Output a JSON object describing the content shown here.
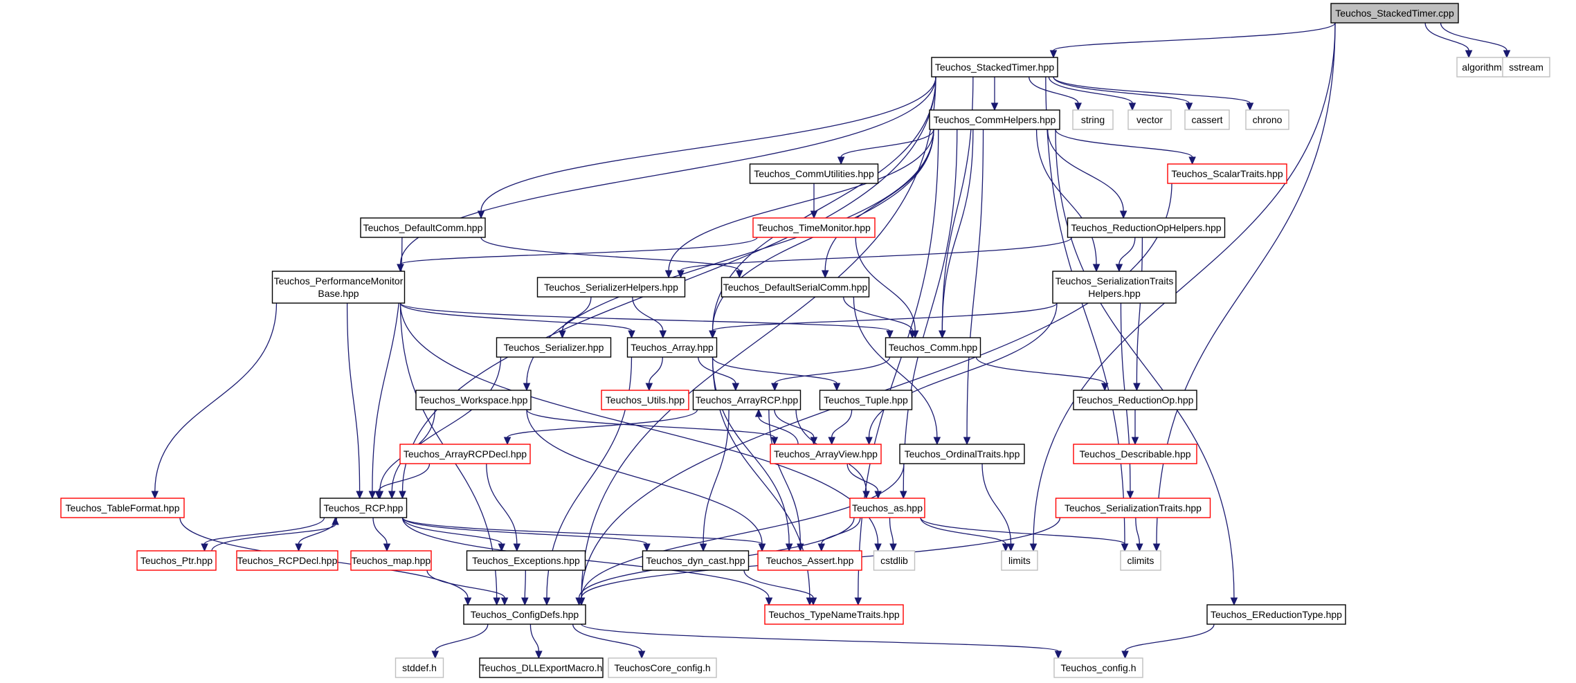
{
  "diagram": {
    "node_colors": {
      "root": {
        "fill": "#bfbfbf",
        "stroke": "#000000"
      },
      "documented": {
        "fill": "#ffffff",
        "stroke": "#000000"
      },
      "truncated": {
        "fill": "#ffffff",
        "stroke": "#ff0000"
      },
      "external": {
        "fill": "#ffffff",
        "stroke": "#bfbfbf"
      }
    },
    "edge_color": "#191970",
    "nodes": [
      {
        "id": "stackedtimer_cpp",
        "lines": [
          "Teuchos_StackedTimer.cpp"
        ],
        "kind": "root"
      },
      {
        "id": "stackedtimer_hpp",
        "lines": [
          "Teuchos_StackedTimer.hpp"
        ],
        "kind": "documented"
      },
      {
        "id": "algorithm",
        "lines": [
          "algorithm"
        ],
        "kind": "external"
      },
      {
        "id": "sstream",
        "lines": [
          "sstream"
        ],
        "kind": "external"
      },
      {
        "id": "commhelpers",
        "lines": [
          "Teuchos_CommHelpers.hpp"
        ],
        "kind": "documented"
      },
      {
        "id": "string",
        "lines": [
          "string"
        ],
        "kind": "external"
      },
      {
        "id": "vector",
        "lines": [
          "vector"
        ],
        "kind": "external"
      },
      {
        "id": "cassert",
        "lines": [
          "cassert"
        ],
        "kind": "external"
      },
      {
        "id": "chrono",
        "lines": [
          "chrono"
        ],
        "kind": "external"
      },
      {
        "id": "commutilities",
        "lines": [
          "Teuchos_CommUtilities.hpp"
        ],
        "kind": "documented"
      },
      {
        "id": "scalartraits",
        "lines": [
          "Teuchos_ScalarTraits.hpp"
        ],
        "kind": "truncated"
      },
      {
        "id": "defaultcomm",
        "lines": [
          "Teuchos_DefaultComm.hpp"
        ],
        "kind": "documented"
      },
      {
        "id": "timemonitor",
        "lines": [
          "Teuchos_TimeMonitor.hpp"
        ],
        "kind": "truncated"
      },
      {
        "id": "reductionophelpers",
        "lines": [
          "Teuchos_ReductionOpHelpers.hpp"
        ],
        "kind": "documented"
      },
      {
        "id": "perfmonitor",
        "lines": [
          "Teuchos_PerformanceMonitor",
          "Base.hpp"
        ],
        "kind": "documented"
      },
      {
        "id": "serializerhelpers",
        "lines": [
          "Teuchos_SerializerHelpers.hpp"
        ],
        "kind": "documented"
      },
      {
        "id": "defaultserialcomm",
        "lines": [
          "Teuchos_DefaultSerialComm.hpp"
        ],
        "kind": "documented"
      },
      {
        "id": "serializationtraitshelpers",
        "lines": [
          "Teuchos_SerializationTraits",
          "Helpers.hpp"
        ],
        "kind": "documented"
      },
      {
        "id": "serializer",
        "lines": [
          "Teuchos_Serializer.hpp"
        ],
        "kind": "documented"
      },
      {
        "id": "array",
        "lines": [
          "Teuchos_Array.hpp"
        ],
        "kind": "documented"
      },
      {
        "id": "comm",
        "lines": [
          "Teuchos_Comm.hpp"
        ],
        "kind": "documented"
      },
      {
        "id": "workspace",
        "lines": [
          "Teuchos_Workspace.hpp"
        ],
        "kind": "documented"
      },
      {
        "id": "utils",
        "lines": [
          "Teuchos_Utils.hpp"
        ],
        "kind": "truncated"
      },
      {
        "id": "arrayrcp",
        "lines": [
          "Teuchos_ArrayRCP.hpp"
        ],
        "kind": "documented"
      },
      {
        "id": "tuple",
        "lines": [
          "Teuchos_Tuple.hpp"
        ],
        "kind": "documented"
      },
      {
        "id": "reductionop",
        "lines": [
          "Teuchos_ReductionOp.hpp"
        ],
        "kind": "documented"
      },
      {
        "id": "arrayrcpdecl",
        "lines": [
          "Teuchos_ArrayRCPDecl.hpp"
        ],
        "kind": "truncated"
      },
      {
        "id": "arrayview",
        "lines": [
          "Teuchos_ArrayView.hpp"
        ],
        "kind": "truncated"
      },
      {
        "id": "ordinaltraits",
        "lines": [
          "Teuchos_OrdinalTraits.hpp"
        ],
        "kind": "documented"
      },
      {
        "id": "describable",
        "lines": [
          "Teuchos_Describable.hpp"
        ],
        "kind": "truncated"
      },
      {
        "id": "tableformat",
        "lines": [
          "Teuchos_TableFormat.hpp"
        ],
        "kind": "truncated"
      },
      {
        "id": "rcp",
        "lines": [
          "Teuchos_RCP.hpp"
        ],
        "kind": "documented"
      },
      {
        "id": "as",
        "lines": [
          "Teuchos_as.hpp"
        ],
        "kind": "truncated"
      },
      {
        "id": "serializationtraits",
        "lines": [
          "Teuchos_SerializationTraits.hpp"
        ],
        "kind": "truncated"
      },
      {
        "id": "ptr",
        "lines": [
          "Teuchos_Ptr.hpp"
        ],
        "kind": "truncated"
      },
      {
        "id": "rcpdecl",
        "lines": [
          "Teuchos_RCPDecl.hpp"
        ],
        "kind": "truncated"
      },
      {
        "id": "map",
        "lines": [
          "Teuchos_map.hpp"
        ],
        "kind": "truncated"
      },
      {
        "id": "exceptions",
        "lines": [
          "Teuchos_Exceptions.hpp"
        ],
        "kind": "documented"
      },
      {
        "id": "dyncast",
        "lines": [
          "Teuchos_dyn_cast.hpp"
        ],
        "kind": "documented"
      },
      {
        "id": "assert",
        "lines": [
          "Teuchos_Assert.hpp"
        ],
        "kind": "truncated"
      },
      {
        "id": "cstdlib",
        "lines": [
          "cstdlib"
        ],
        "kind": "external"
      },
      {
        "id": "limits",
        "lines": [
          "limits"
        ],
        "kind": "external"
      },
      {
        "id": "climits",
        "lines": [
          "climits"
        ],
        "kind": "external"
      },
      {
        "id": "configdefs",
        "lines": [
          "Teuchos_ConfigDefs.hpp"
        ],
        "kind": "documented"
      },
      {
        "id": "typenametraits",
        "lines": [
          "Teuchos_TypeNameTraits.hpp"
        ],
        "kind": "truncated"
      },
      {
        "id": "ereductiontype",
        "lines": [
          "Teuchos_EReductionType.hpp"
        ],
        "kind": "documented"
      },
      {
        "id": "stddef",
        "lines": [
          "stddef.h"
        ],
        "kind": "external"
      },
      {
        "id": "dllexportmacro",
        "lines": [
          "Teuchos_DLLExportMacro.h"
        ],
        "kind": "documented"
      },
      {
        "id": "teuchoscoreconfig",
        "lines": [
          "TeuchosCore_config.h"
        ],
        "kind": "external"
      },
      {
        "id": "teuchosconfig",
        "lines": [
          "Teuchos_config.h"
        ],
        "kind": "external"
      }
    ],
    "edges": [
      [
        "stackedtimer_cpp",
        "stackedtimer_hpp"
      ],
      [
        "stackedtimer_cpp",
        "algorithm"
      ],
      [
        "stackedtimer_cpp",
        "sstream"
      ],
      [
        "stackedtimer_cpp",
        "limits"
      ],
      [
        "stackedtimer_cpp",
        "climits"
      ],
      [
        "stackedtimer_hpp",
        "commhelpers"
      ],
      [
        "stackedtimer_hpp",
        "string"
      ],
      [
        "stackedtimer_hpp",
        "vector"
      ],
      [
        "stackedtimer_hpp",
        "cassert"
      ],
      [
        "stackedtimer_hpp",
        "chrono"
      ],
      [
        "stackedtimer_hpp",
        "defaultcomm"
      ],
      [
        "stackedtimer_hpp",
        "perfmonitor"
      ],
      [
        "stackedtimer_hpp",
        "array"
      ],
      [
        "stackedtimer_hpp",
        "comm"
      ],
      [
        "stackedtimer_hpp",
        "rcp"
      ],
      [
        "stackedtimer_hpp",
        "configdefs"
      ],
      [
        "stackedtimer_hpp",
        "climits"
      ],
      [
        "commhelpers",
        "commutilities"
      ],
      [
        "commhelpers",
        "scalartraits"
      ],
      [
        "commhelpers",
        "reductionophelpers"
      ],
      [
        "commhelpers",
        "serializerhelpers"
      ],
      [
        "commhelpers",
        "defaultserialcomm"
      ],
      [
        "commhelpers",
        "serializationtraitshelpers"
      ],
      [
        "commhelpers",
        "array"
      ],
      [
        "commhelpers",
        "comm"
      ],
      [
        "commhelpers",
        "workspace"
      ],
      [
        "commhelpers",
        "ordinaltraits"
      ],
      [
        "commhelpers",
        "as"
      ],
      [
        "commhelpers",
        "ereductiontype"
      ],
      [
        "commhelpers",
        "typenametraits"
      ],
      [
        "commutilities",
        "timemonitor"
      ],
      [
        "timemonitor",
        "perfmonitor"
      ],
      [
        "timemonitor",
        "comm"
      ],
      [
        "defaultcomm",
        "defaultserialcomm"
      ],
      [
        "defaultcomm",
        "rcp"
      ],
      [
        "reductionophelpers",
        "serializerhelpers"
      ],
      [
        "reductionophelpers",
        "serializationtraitshelpers"
      ],
      [
        "reductionophelpers",
        "reductionop"
      ],
      [
        "perfmonitor",
        "array"
      ],
      [
        "perfmonitor",
        "comm"
      ],
      [
        "perfmonitor",
        "tableformat"
      ],
      [
        "perfmonitor",
        "rcp"
      ],
      [
        "perfmonitor",
        "configdefs"
      ],
      [
        "perfmonitor",
        "cstdlib"
      ],
      [
        "serializerhelpers",
        "serializer"
      ],
      [
        "serializerhelpers",
        "array"
      ],
      [
        "defaultserialcomm",
        "comm"
      ],
      [
        "defaultserialcomm",
        "ordinaltraits"
      ],
      [
        "serializationtraitshelpers",
        "array"
      ],
      [
        "serializationtraitshelpers",
        "arrayview"
      ],
      [
        "serializationtraitshelpers",
        "serializationtraits"
      ],
      [
        "serializer",
        "rcp"
      ],
      [
        "array",
        "utils"
      ],
      [
        "array",
        "arrayrcp"
      ],
      [
        "array",
        "tuple"
      ],
      [
        "array",
        "assert"
      ],
      [
        "array",
        "typenametraits"
      ],
      [
        "array",
        "configdefs"
      ],
      [
        "comm",
        "arrayrcp"
      ],
      [
        "comm",
        "reductionop"
      ],
      [
        "workspace",
        "rcp"
      ],
      [
        "workspace",
        "arrayview"
      ],
      [
        "workspace",
        "assert"
      ],
      [
        "arrayrcp",
        "arrayrcpdecl"
      ],
      [
        "arrayrcp",
        "arrayview"
      ],
      [
        "arrayrcp",
        "as"
      ],
      [
        "arrayrcp",
        "dyncast"
      ],
      [
        "arrayrcp",
        "assert"
      ],
      [
        "arrayview",
        "arrayrcp"
      ],
      [
        "arrayview",
        "as"
      ],
      [
        "tuple",
        "arrayview"
      ],
      [
        "reductionop",
        "describable"
      ],
      [
        "arrayrcpdecl",
        "rcp"
      ],
      [
        "arrayrcpdecl",
        "exceptions"
      ],
      [
        "ordinaltraits",
        "limits"
      ],
      [
        "ordinaltraits",
        "configdefs"
      ],
      [
        "scalartraits",
        "configdefs"
      ],
      [
        "tableformat",
        "configdefs"
      ],
      [
        "rcp",
        "ptr"
      ],
      [
        "rcp",
        "rcpdecl"
      ],
      [
        "rcp",
        "map"
      ],
      [
        "rcp",
        "exceptions"
      ],
      [
        "rcp",
        "dyncast"
      ],
      [
        "rcp",
        "assert"
      ],
      [
        "rcp",
        "typenametraits"
      ],
      [
        "ptr",
        "rcp"
      ],
      [
        "as",
        "assert"
      ],
      [
        "as",
        "cstdlib"
      ],
      [
        "as",
        "limits"
      ],
      [
        "as",
        "climits"
      ],
      [
        "as",
        "configdefs"
      ],
      [
        "serializationtraits",
        "climits"
      ],
      [
        "serializationtraits",
        "configdefs"
      ],
      [
        "map",
        "configdefs"
      ],
      [
        "exceptions",
        "configdefs"
      ],
      [
        "dyncast",
        "typenametraits"
      ],
      [
        "ereductiontype",
        "teuchosconfig"
      ],
      [
        "configdefs",
        "stddef"
      ],
      [
        "configdefs",
        "dllexportmacro"
      ],
      [
        "configdefs",
        "teuchoscoreconfig"
      ],
      [
        "configdefs",
        "teuchosconfig"
      ]
    ]
  }
}
